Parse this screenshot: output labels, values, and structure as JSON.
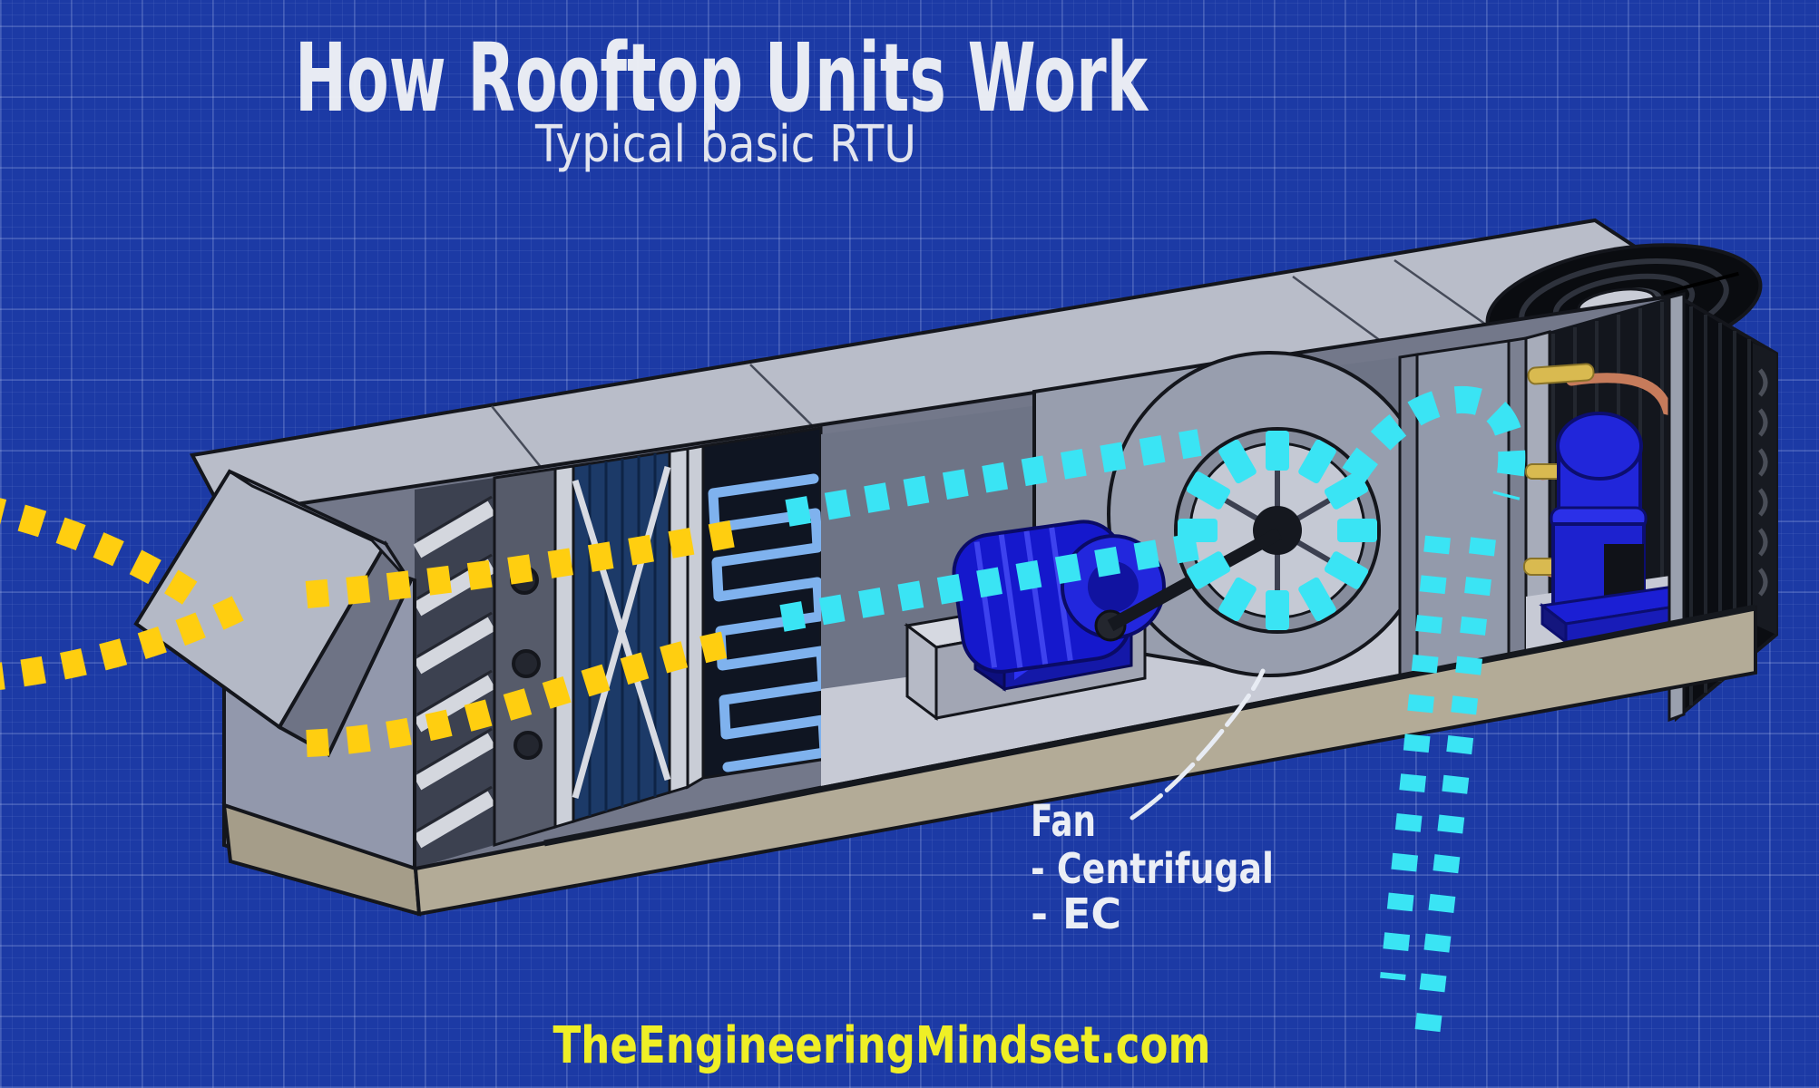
{
  "header": {
    "title": "How Rooftop Units Work",
    "subtitle": "Typical basic RTU"
  },
  "annotation": {
    "heading": "Fan",
    "items": [
      "- Centrifugal",
      "- EC"
    ]
  },
  "watermark": "TheEngineeringMindset.com",
  "colors": {
    "background": "#1c3aa5",
    "grid_line": "#3f5fc4",
    "warm_air": "#ffce10",
    "cool_air": "#3ae4f4",
    "title_text": "#eff1f6",
    "label_text": "#f2f4f8",
    "watermark_text": "#efef26"
  }
}
